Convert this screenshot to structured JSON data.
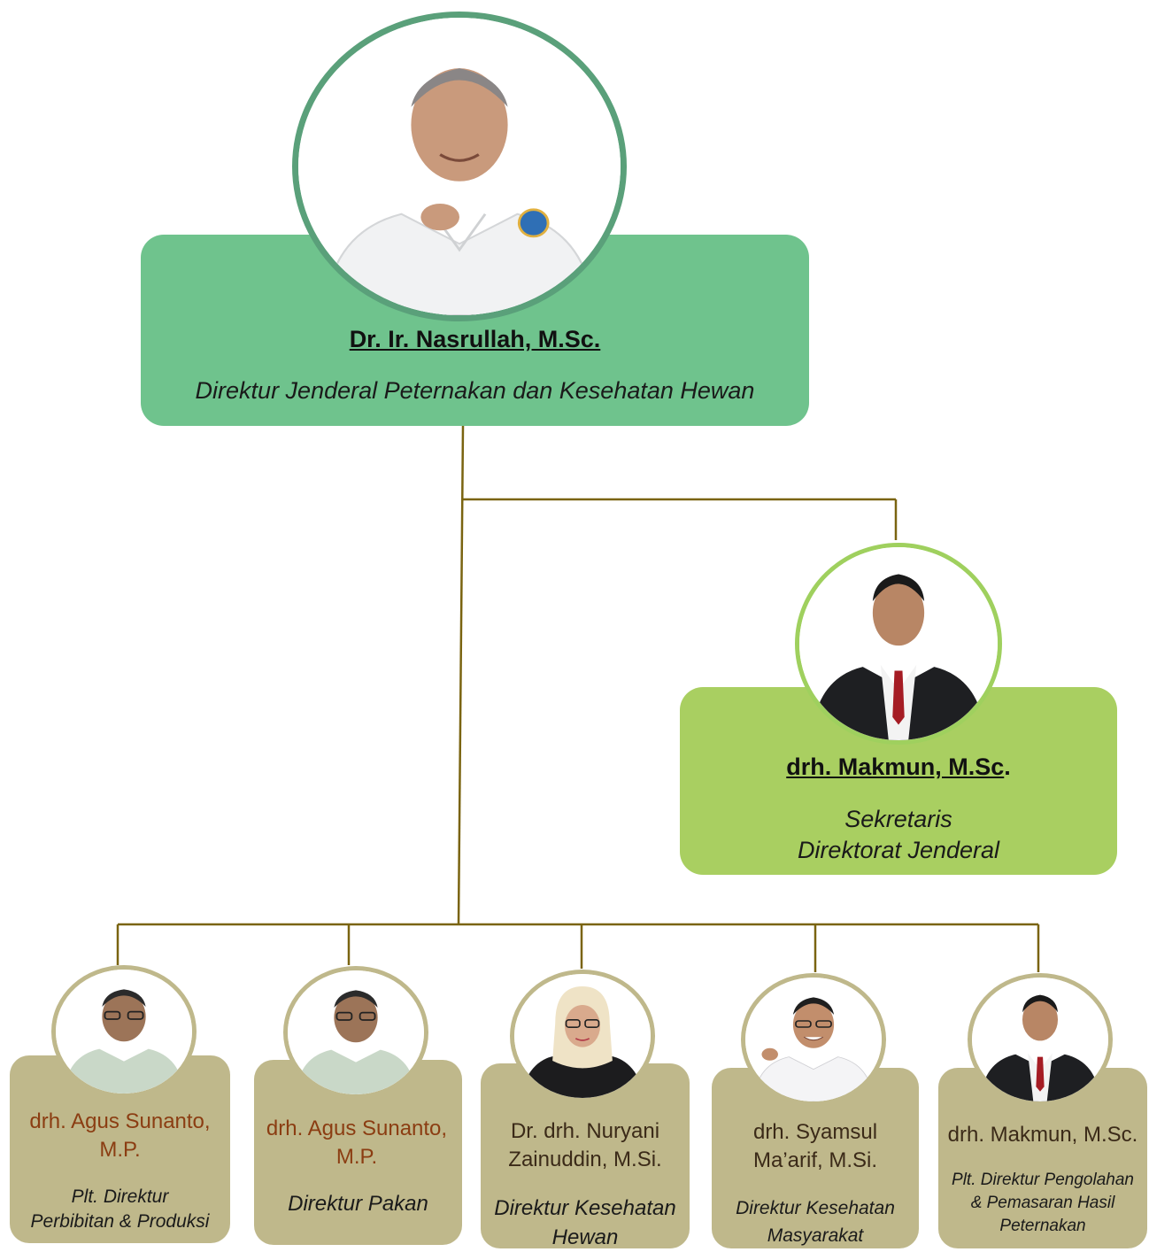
{
  "top": {
    "name": "Dr. Ir. Nasrullah, M.Sc.",
    "title": "Direktur Jenderal Peternakan dan Kesehatan Hewan"
  },
  "secretary": {
    "name": "drh. Makmun, M.Sc",
    "name_suffix": ".",
    "title_line1": "Sekretaris",
    "title_line2": "Direktorat Jenderal"
  },
  "directors": [
    {
      "name_line1": "drh. Agus Sunanto,",
      "name_line2": "M.P.",
      "title_line1": "Plt. Direktur",
      "title_line2": "Perbibitan & Produksi"
    },
    {
      "name_line1": "drh. Agus Sunanto,",
      "name_line2": "M.P.",
      "title_line1": "Direktur Pakan"
    },
    {
      "name_line1": "Dr. drh. Nuryani",
      "name_line2": "Zainuddin, M.Si.",
      "title_line1": "Direktur Kesehatan",
      "title_line2": "Hewan"
    },
    {
      "name_line1": "drh. Syamsul",
      "name_line2": "Ma’arif, M.Si.",
      "title_line1": "Direktur Kesehatan",
      "title_line2": "Masyarakat"
    },
    {
      "name_line1": "drh. Makmun, M.Sc.",
      "title_line1": "Plt. Direktur Pengolahan",
      "title_line2": "& Pemasaran Hasil",
      "title_line3": "Peternakan"
    }
  ],
  "colors": {
    "top_box": "#6fc38d",
    "secretary_box": "#a9cf61",
    "director_box": "#bfb88b",
    "connector": "#7a6410"
  }
}
